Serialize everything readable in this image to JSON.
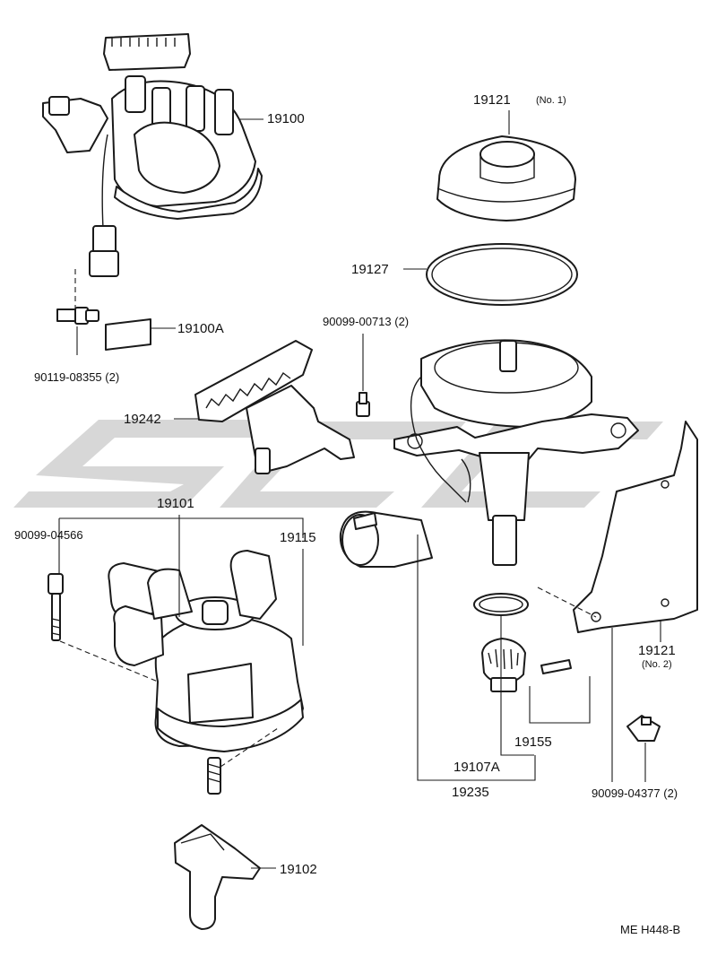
{
  "labels": {
    "p19100": "19100",
    "p19121_no1": "19121",
    "no1": "(No. 1)",
    "p19127": "19127",
    "p19100A": "19100A",
    "p90099_00713": "90099-00713 (2)",
    "p90119_08355": "90119-08355 (2)",
    "p19242": "19242",
    "p19101": "19101",
    "p90099_04566": "90099-04566",
    "p19115": "19115",
    "p19121_no2": "19121",
    "no2": "(No. 2)",
    "p19155": "19155",
    "p19107A": "19107A",
    "p19235": "19235",
    "p90099_04377": "90099-04377 (2)",
    "p19102": "19102",
    "footer": "ME  H448-B"
  }
}
